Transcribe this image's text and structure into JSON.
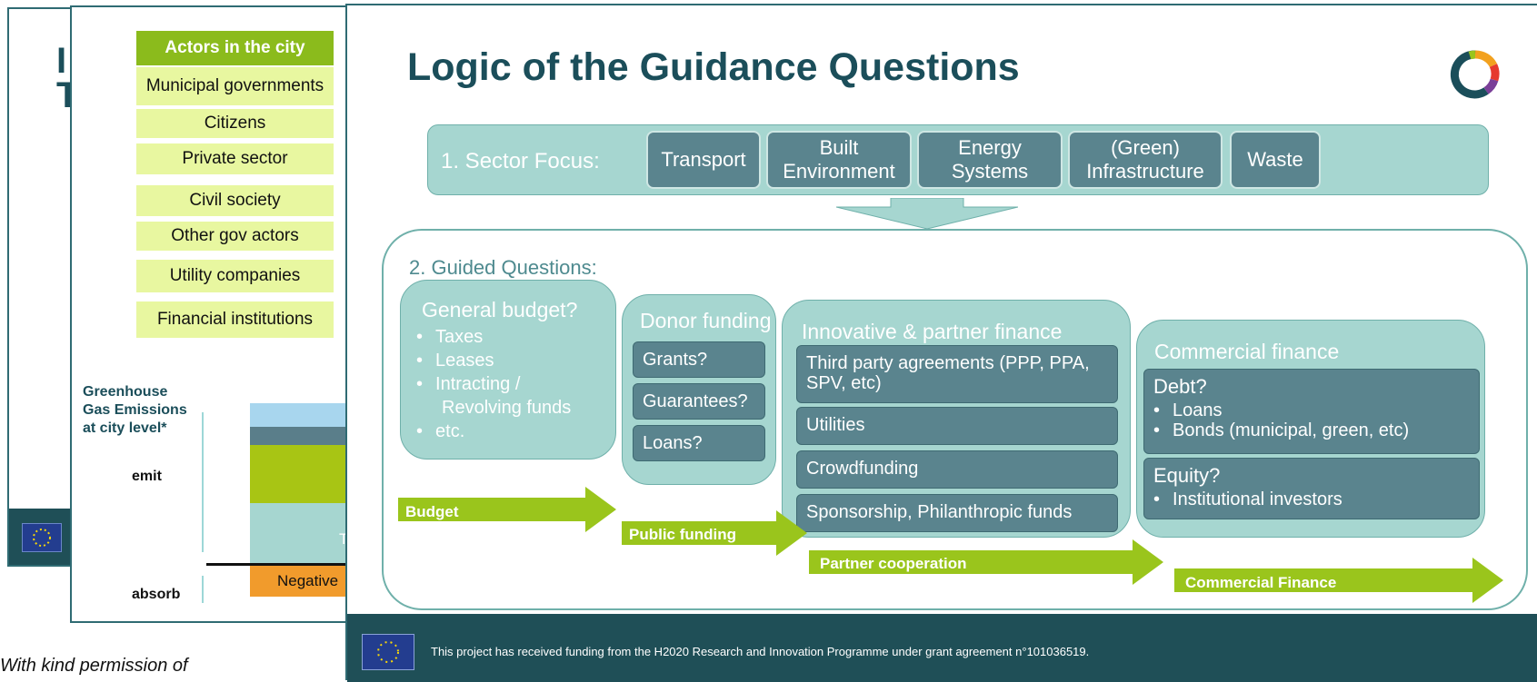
{
  "back_slide": {
    "title_line1": "I",
    "title_line2": "T"
  },
  "mid_slide": {
    "actors_header": "Actors in the city",
    "actors": [
      "Municipal governments",
      "Citizens",
      "Private sector",
      "Civil society",
      "Other gov actors",
      "Utility companies",
      "Financial institutions"
    ],
    "ghg_label_lines": [
      "Greenhouse",
      "Gas Emissions",
      "at city level*"
    ],
    "emit_label": "emit",
    "absorb_label": "absorb",
    "negative_label": "Negative",
    "t_letter": "T"
  },
  "permission_text": "With kind permission of",
  "front_slide": {
    "title": "Logic of the Guidance Questions",
    "sector_label": "1. Sector Focus:",
    "sectors": [
      "Transport",
      "Built Environment",
      "Energy Systems",
      "(Green) Infrastructure",
      "Waste"
    ],
    "guided_label": "2. Guided Questions:",
    "general_budget": {
      "title": "General budget?",
      "items": [
        "Taxes",
        "Leases",
        "Intracting / Revolving funds",
        "etc."
      ]
    },
    "donor_funding": {
      "title": "Donor funding",
      "items": [
        "Grants?",
        "Guarantees?",
        "Loans?"
      ]
    },
    "innovative_finance": {
      "title": "Innovative & partner finance",
      "items": [
        "Third party agreements (PPP, PPA, SPV, etc)",
        "Utilities",
        "Crowdfunding",
        "Sponsorship, Philanthropic funds"
      ]
    },
    "commercial_finance": {
      "title": "Commercial finance",
      "debt_title": "Debt?",
      "debt_items": [
        "Loans",
        "Bonds (municipal, green, etc)"
      ],
      "equity_title": "Equity?",
      "equity_items": [
        "Institutional investors"
      ]
    },
    "flow_arrows": [
      "Budget",
      "Public funding",
      "Partner cooperation",
      "Commercial Finance"
    ],
    "footer_text": "This project has received funding from the H2020 Research and Innovation Programme under grant agreement n°101036519."
  },
  "colors": {
    "title": "#1b4e5a",
    "teal_light": "#a6d6d0",
    "teal_dark": "#5a848e",
    "lime": "#9ac51c",
    "actor_fill": "#e8f7a0",
    "footer": "#1f4f57"
  }
}
